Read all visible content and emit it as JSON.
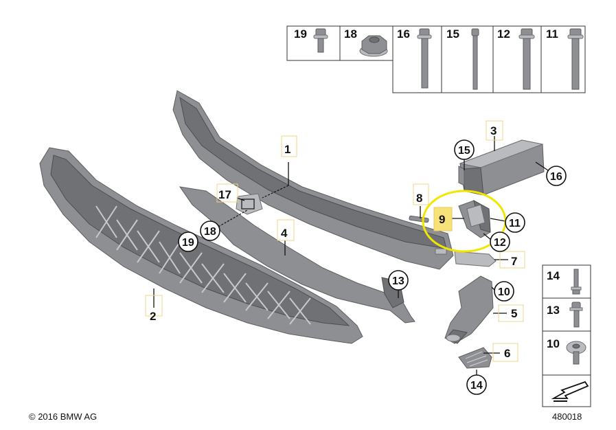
{
  "diagram": {
    "callouts": [
      "1",
      "2",
      "3",
      "4",
      "5",
      "6",
      "7",
      "8",
      "9",
      "10",
      "11",
      "12",
      "13",
      "14",
      "15",
      "16",
      "17",
      "18",
      "19"
    ],
    "highlighted_callout": "9",
    "fastener_header": [
      "19",
      "18",
      "16",
      "15",
      "12",
      "11"
    ],
    "fastener_side": [
      "14",
      "13",
      "10"
    ],
    "copyright": "© 2016 BMW AG",
    "diagram_number": "480018",
    "colors": {
      "part_gray": "#8d8f92",
      "highlight_ring": "#f2e600",
      "highlight_label": "#f7e27a",
      "label_tab": "#f3d58a"
    }
  }
}
